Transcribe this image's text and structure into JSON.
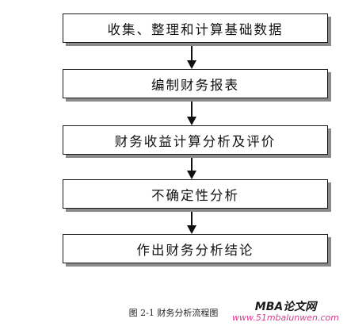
{
  "flowchart": {
    "steps": [
      "收集、整理和计算基础数据",
      "编制财务报表",
      "财务收益计算分析及评价",
      "不确定性分析",
      "作出财务分析结论"
    ]
  },
  "caption": "图 2-1  财务分析流程图",
  "watermark": {
    "title": "MBA论文网",
    "url": "www.51mbalunwen.com"
  }
}
